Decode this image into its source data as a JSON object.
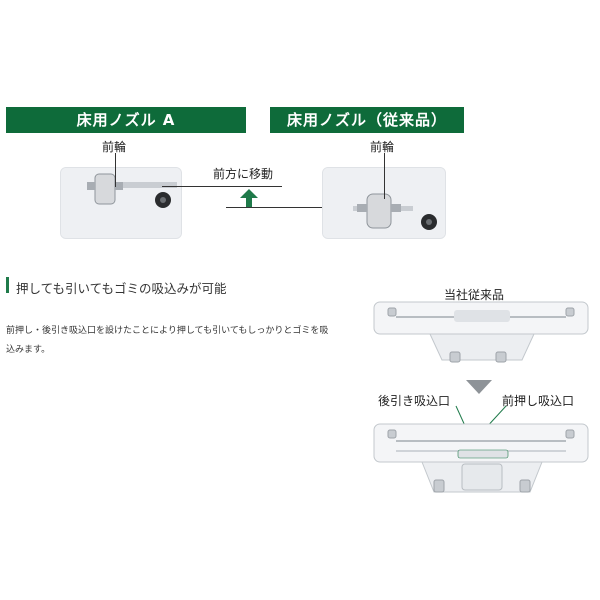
{
  "header": {
    "left_banner": "床用ノズル A",
    "right_banner": "床用ノズル（従来品）",
    "front_wheel_left": "前輪",
    "front_wheel_right": "前輪",
    "moved_forward": "前方に移動"
  },
  "section": {
    "title": "押しても引いてもゴミの吸込みが可能",
    "desc_line1": "前押し・後引き吸込口を設けたことにより押しても引いてもしっかりとゴミを吸",
    "desc_line2": "込みます。"
  },
  "right": {
    "conventional_label": "当社従来品",
    "rear_inlet": "後引き吸込口",
    "front_inlet": "前押し吸込口"
  },
  "colors": {
    "brand_green": "#0e6b3a",
    "accent_green": "#1f7a4a"
  }
}
